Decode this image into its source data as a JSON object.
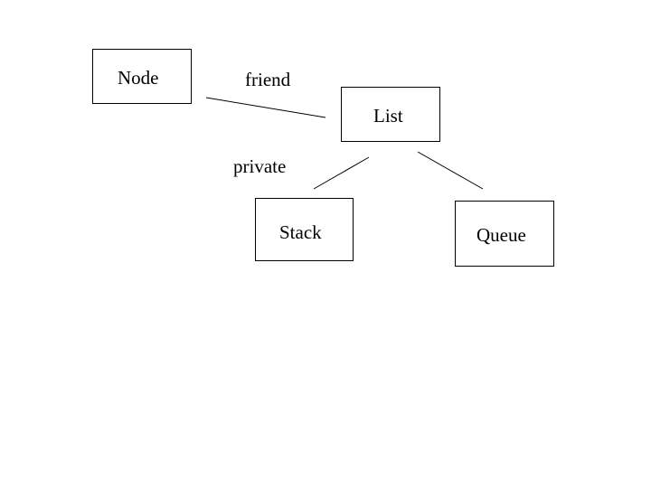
{
  "diagram": {
    "nodes": {
      "node": {
        "label": "Node"
      },
      "list": {
        "label": "List"
      },
      "stack": {
        "label": "Stack"
      },
      "queue": {
        "label": "Queue"
      }
    },
    "edge_labels": {
      "friend": "friend",
      "private": "private"
    },
    "edges": [
      {
        "from": "Node",
        "to": "List"
      },
      {
        "from": "List",
        "to": "Stack"
      },
      {
        "from": "List",
        "to": "Queue"
      }
    ],
    "colors": {
      "line": "#000000",
      "background": "#ffffff"
    }
  }
}
